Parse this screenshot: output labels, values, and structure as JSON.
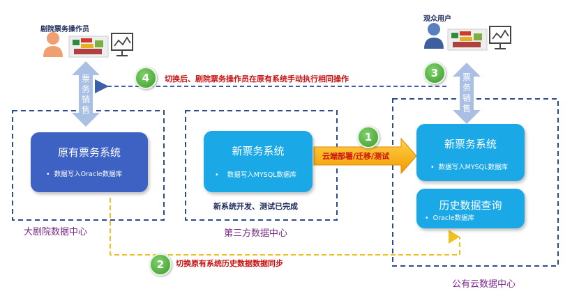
{
  "operator_label": "剧院票务操作员",
  "audience_label": "观众用户",
  "ticket_sales_left": "票务销售",
  "ticket_sales_right": "票务销售",
  "old_system": {
    "title": "原有票务系统",
    "bullet": "数据写入Oracle数据库"
  },
  "new_system_third": {
    "title": "新票务系统",
    "bullet": "数据写入MYSQL数据库",
    "note": "新系统开发、测试已完成"
  },
  "new_system_cloud": {
    "title": "新票务系统",
    "bullet": "数据写入MYSQL数据库"
  },
  "history_query": {
    "title": "历史数据查询",
    "bullet": "Oracle数据库"
  },
  "datacenters": {
    "theatre": "大剧院数据中心",
    "third_party": "第三方数据中心",
    "public_cloud": "公有云数据中心"
  },
  "steps": {
    "one": {
      "number": "1",
      "text": "云端部署/迁移/测试"
    },
    "two": {
      "number": "2",
      "text": "切换原有系统历史数据数据同步"
    },
    "three": {
      "number": "3"
    },
    "four": {
      "number": "4",
      "text": "切换后、剧院票务操作员在原有系统手动执行相同操作"
    }
  },
  "colors": {
    "dashed_border": "#2e4a8e",
    "old_system_fill": "#3d62c4",
    "new_system_fill": "#1aa8e6",
    "step_arrow_1": "#f5a800",
    "sync_line": "#f0c020",
    "step_green": "#4aa83a",
    "annotation_red": "#cc1111",
    "label_purple": "#7a2a8a",
    "sales_arrow": "#a9bfe3"
  }
}
